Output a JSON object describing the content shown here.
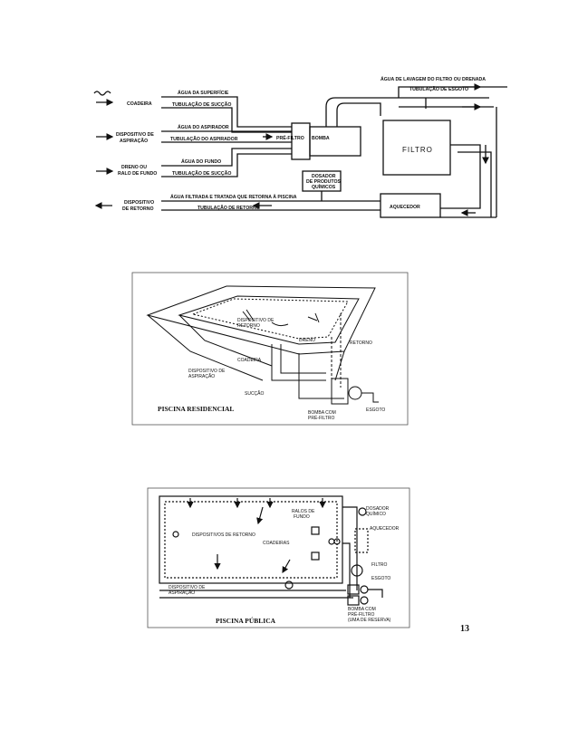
{
  "diagram1": {
    "right_labels": {
      "washing_water": "ÁGUA DE LAVAGEM DO FILTRO OU DRENADA",
      "sewer_pipe_top": "TUBULAÇÃO DE ESGOTO"
    },
    "sources": [
      {
        "label": "COADEIRA"
      },
      {
        "label": "DISPOSITIVO DE ASPIRAÇÃO"
      },
      {
        "label": "DRENO OU RALO DE FUNDO"
      },
      {
        "label": "DISPOSITIVO DE RETORNO"
      }
    ],
    "pipe_labels": {
      "surface_water": "ÁGUA DA SUPERFÍCIE",
      "suction_pipe_1": "TUBULAÇÃO DE SUCÇÃO",
      "vacuum_water": "ÁGUA DO ASPIRADOR",
      "vacuum_pipe": "TUBULAÇÃO DO ASPIRADOR",
      "bottom_water": "ÁGUA DO FUNDO",
      "suction_pipe_2": "TUBULAÇÃO DE SUCÇÃO",
      "return_water": "ÁGUA FILTRADA E TRATADA QUE RETORNA À PISCINA",
      "return_pipe": "TUBULAÇÃO DE RETORNO"
    },
    "equipment": {
      "prefilter": "PRÉ-FILTRO",
      "pump": "BOMBA",
      "filter": "FILTRO",
      "doser": "DOSADOR DE PRODUTOS QUÍMICOS",
      "heater": "AQUECEDOR"
    }
  },
  "diagram2": {
    "caption": "PISCINA RESIDENCIAL",
    "labels": {
      "return_device": "DISPOSITIVO DE RETORNO",
      "drain": "DRENO",
      "return": "RETORNO",
      "skimmer": "COADEIRA",
      "vacuum_device": "DISPOSITIVO DE ASPIRAÇÃO",
      "suction": "SUCÇÃO",
      "sewer": "ESGOTO",
      "pump": "BOMBA COM PRÉ-FILTRO"
    }
  },
  "diagram3": {
    "caption": "PISCINA PÚBLICA",
    "labels": {
      "bottom_drains": "RALOS DE FUNDO",
      "doser": "DOSADOR QUÍMICO",
      "heater": "AQUECEDOR",
      "return_devices": "DISPOSITIVOS DE RETORNO",
      "skimmers": "COADEIRAS",
      "filter": "FILTRO",
      "sewer": "ESGOTO",
      "vacuum_device": "DISPOSITIVO DE ASPIRAÇÃO",
      "pump": "BOMBA COM PRÉ-FILTRO",
      "pump_note": "(UMA DE RESERVA)"
    }
  },
  "page_number": "13"
}
